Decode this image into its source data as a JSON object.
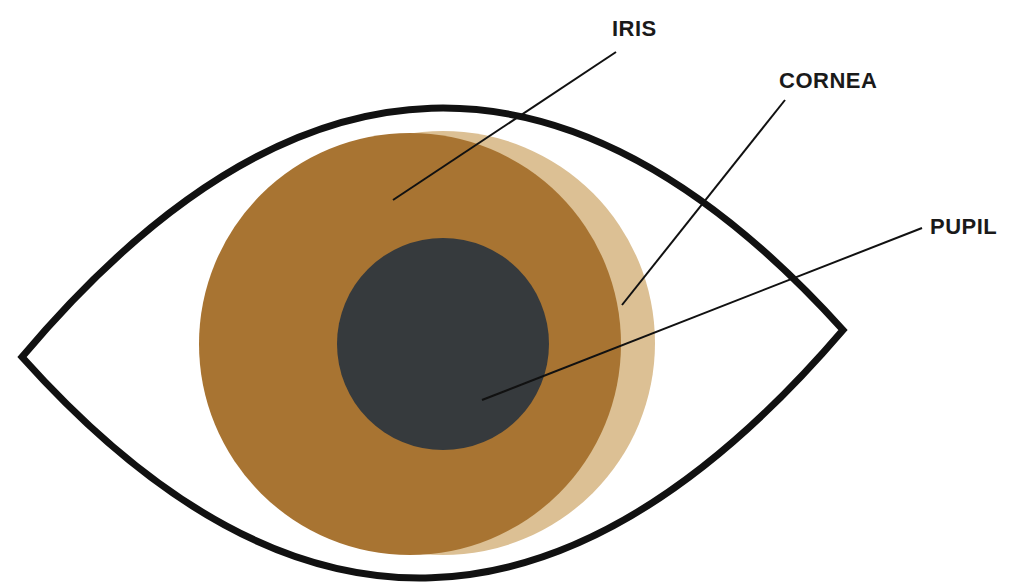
{
  "diagram": {
    "labels": [
      "IRIS",
      "CORNEA",
      "PUPIL"
    ]
  }
}
